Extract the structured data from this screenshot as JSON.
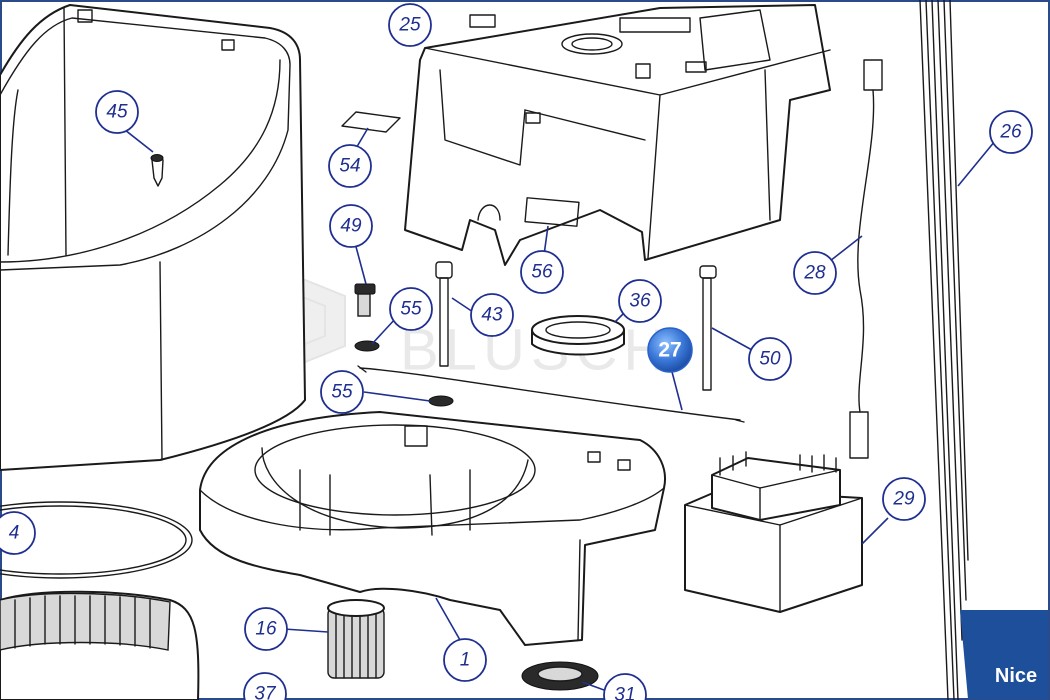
{
  "diagram": {
    "callouts": [
      {
        "id": "c45",
        "label": "45"
      },
      {
        "id": "c25",
        "label": "25"
      },
      {
        "id": "c54",
        "label": "54"
      },
      {
        "id": "c49",
        "label": "49"
      },
      {
        "id": "c56",
        "label": "56"
      },
      {
        "id": "c55a",
        "label": "55"
      },
      {
        "id": "c43",
        "label": "43"
      },
      {
        "id": "c36",
        "label": "36"
      },
      {
        "id": "c27",
        "label": "27",
        "highlighted": true
      },
      {
        "id": "c50",
        "label": "50"
      },
      {
        "id": "c28",
        "label": "28"
      },
      {
        "id": "c26",
        "label": "26"
      },
      {
        "id": "c55b",
        "label": "55"
      },
      {
        "id": "c29",
        "label": "29"
      },
      {
        "id": "c4",
        "label": "4"
      },
      {
        "id": "c16",
        "label": "16"
      },
      {
        "id": "c1",
        "label": "1"
      },
      {
        "id": "c37",
        "label": "37"
      },
      {
        "id": "c31",
        "label": "31"
      }
    ],
    "watermark": "BLUSCHI",
    "brand": "Nice",
    "colors": {
      "callout": "#1f2f8f",
      "highlight": "#3a78d8",
      "brand_bg": "#1d4f9a",
      "frame": "#2a4a8a"
    }
  }
}
